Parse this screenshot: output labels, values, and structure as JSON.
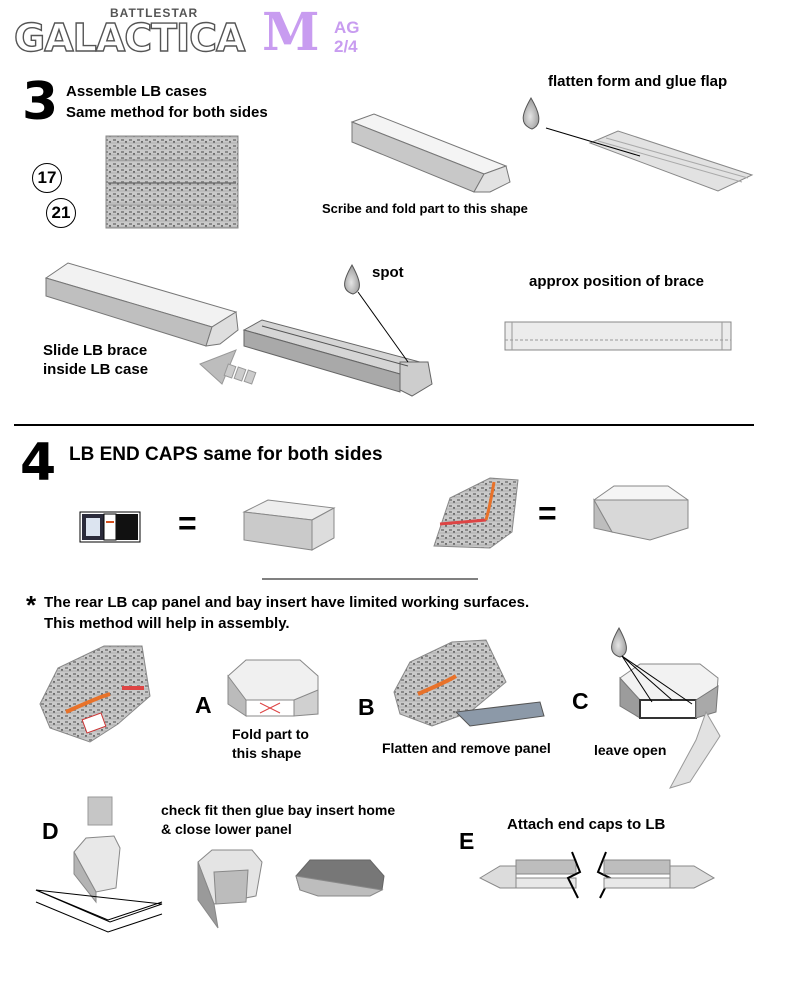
{
  "header": {
    "brand_top": "BATTLESTAR",
    "brand_main": "GALACTICA",
    "model_letter": "M",
    "code_line1": "AG",
    "code_line2": "2/4",
    "accent_color": "#c89cf0"
  },
  "step3": {
    "number": "3",
    "title_line1": "Assemble LB cases",
    "title_line2": "Same method for both sides",
    "part_a": "17",
    "part_b": "21",
    "flatten_label": "flatten form and glue flap",
    "scribe_label": "Scribe and fold part to this shape",
    "spot_label": "spot",
    "brace_label": "approx position of brace",
    "slide_line1": "Slide LB brace",
    "slide_line2": "inside LB case"
  },
  "step4": {
    "number": "4",
    "title": "LB END CAPS  same for both sides",
    "equals_1": "=",
    "equals_2": "=",
    "note_star": "*",
    "note_line1": "The rear LB cap panel and bay insert have limited working surfaces.",
    "note_line2": "This method will help in assembly.",
    "letter_a": "A",
    "a_line1": "Fold part to",
    "a_line2": "this shape",
    "letter_b": "B",
    "b_label": "Flatten and remove panel",
    "letter_c": "C",
    "c_label": "leave open",
    "letter_d": "D",
    "d_line1": "check fit then glue bay insert home",
    "d_line2": "&  close lower panel",
    "letter_e": "E",
    "e_label": "Attach end caps to LB"
  }
}
